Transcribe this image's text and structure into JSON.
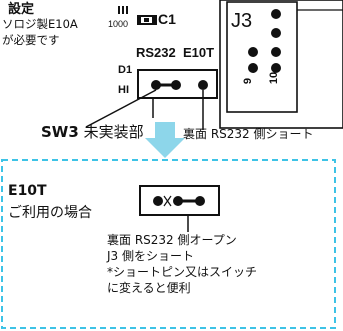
{
  "top_notes": {
    "title_fragment": "設定",
    "line1": "ソロジ製E10A",
    "line2": "が必要です"
  },
  "board": {
    "cap_value": "1000",
    "cap_label": "C1",
    "connector_label": "J3",
    "pin_9": "9",
    "pin_10": "10",
    "switch_header": "RS232  E10T",
    "d1": "D1",
    "hi": "HI"
  },
  "sw3_caption": {
    "bold": "SW3",
    "rest": " 未実装部"
  },
  "back_short_rs232": "裏面 RS232 側ショート",
  "e10t_section": {
    "title": "E10T",
    "usage": "ご利用の場合",
    "notes": [
      "裏面 RS232 側オープン",
      "J3 側をショート",
      "*ショートピン又はスイッチ",
      "に変えると便利"
    ]
  },
  "colors": {
    "accent": "#3dc3e6",
    "arrow": "#8dd6ea",
    "ink": "#111111"
  }
}
